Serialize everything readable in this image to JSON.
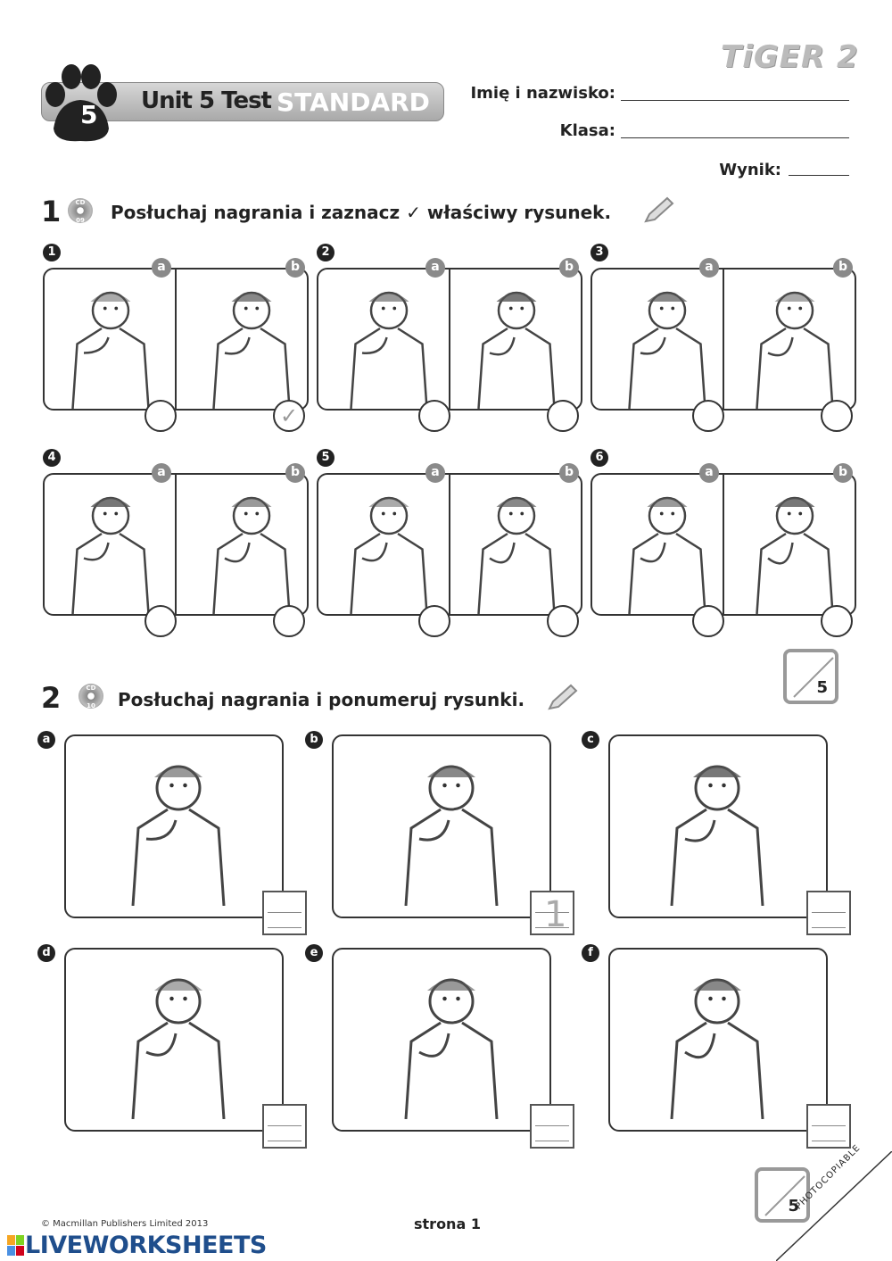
{
  "header": {
    "logo": "TiGER 2",
    "unit_title": "Unit 5 Test",
    "level": "STANDARD",
    "unit_number": "5",
    "fields": [
      {
        "label": "Imię i nazwisko:"
      },
      {
        "label": "Klasa:"
      },
      {
        "label": "Wynik:"
      }
    ]
  },
  "exercise1": {
    "number": "1",
    "cd": "CD",
    "track": "09",
    "instruction": "Posłuchaj nagrania i zaznacz ✓ właściwy rysunek.",
    "items": [
      {
        "n": "1",
        "a": "a",
        "b": "b",
        "answer": "b"
      },
      {
        "n": "2",
        "a": "a",
        "b": "b",
        "answer": ""
      },
      {
        "n": "3",
        "a": "a",
        "b": "b",
        "answer": ""
      },
      {
        "n": "4",
        "a": "a",
        "b": "b",
        "answer": ""
      },
      {
        "n": "5",
        "a": "a",
        "b": "b",
        "answer": ""
      },
      {
        "n": "6",
        "a": "a",
        "b": "b",
        "answer": ""
      }
    ],
    "check_mark": "✓",
    "score_max": "5"
  },
  "exercise2": {
    "number": "2",
    "cd": "CD",
    "track": "10",
    "instruction": "Posłuchaj nagrania i ponumeruj rysunki.",
    "items": [
      {
        "letter": "a",
        "answer": ""
      },
      {
        "letter": "b",
        "answer": "1"
      },
      {
        "letter": "c",
        "answer": ""
      },
      {
        "letter": "d",
        "answer": ""
      },
      {
        "letter": "e",
        "answer": ""
      },
      {
        "letter": "f",
        "answer": ""
      }
    ],
    "score_max": "5"
  },
  "footer": {
    "copyright": "© Macmillan Publishers Limited 2013",
    "page": "strona 1",
    "photocopiable": "PHOTOCOPIABLE",
    "watermark": "LIVEWORKSHEETS"
  }
}
